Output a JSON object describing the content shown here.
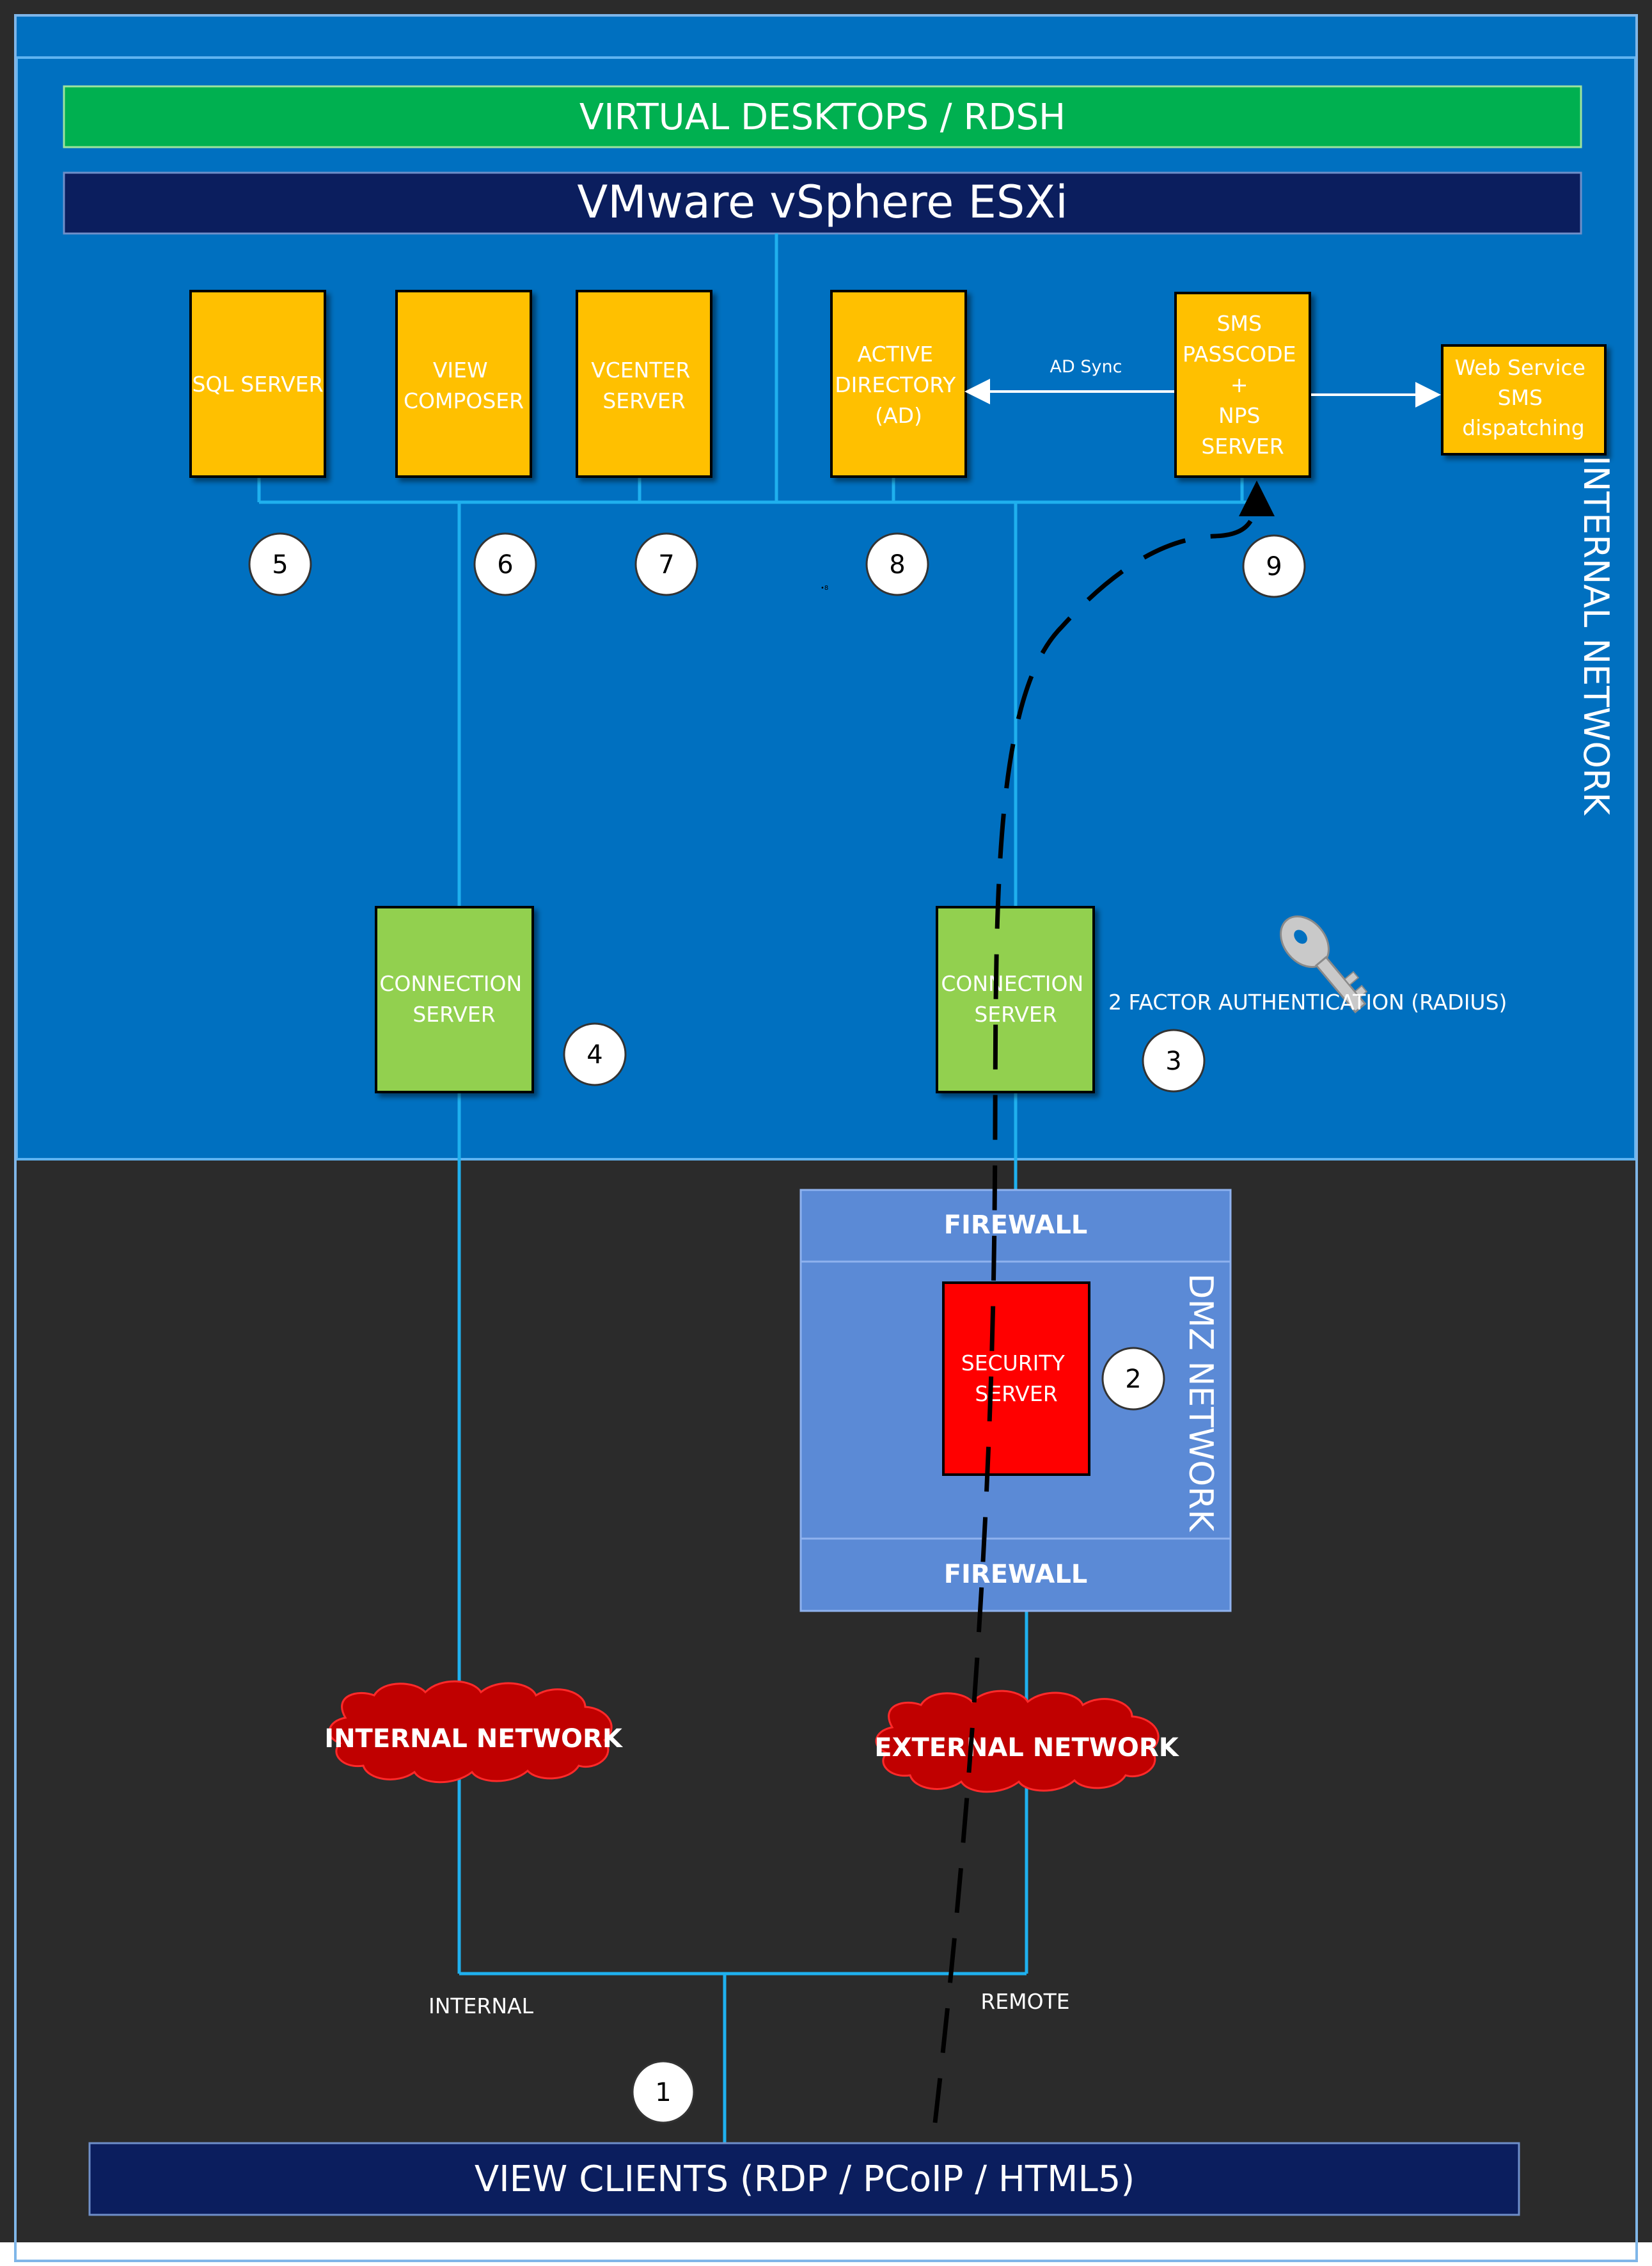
{
  "bars": {
    "desktops": "VIRTUAL DESKTOPS / RDSH",
    "esxi": "VMware vSphere ESXi",
    "clients": "VIEW CLIENTS (RDP / PCoIP / HTML5)"
  },
  "zones": {
    "internal": "INTERNAL NETWORK",
    "dmz": "DMZ NETWORK"
  },
  "servers": {
    "sql": [
      "SQL SERVER"
    ],
    "composer": [
      "VIEW",
      "COMPOSER"
    ],
    "vcenter": [
      "VCENTER",
      "SERVER"
    ],
    "ad": [
      "ACTIVE",
      "DIRECTORY",
      "(AD)"
    ],
    "sms": [
      "SMS",
      "PASSCODE",
      "+",
      "NPS",
      "SERVER"
    ],
    "web": [
      "Web Service",
      "SMS",
      "dispatching"
    ],
    "conn_internal": [
      "CONNECTION",
      "SERVER"
    ],
    "conn_external": [
      "CONNECTION",
      "SERVER"
    ],
    "security": [
      "SECURITY",
      "SERVER"
    ]
  },
  "labels": {
    "ad_sync": "AD Sync",
    "two_factor": "2 FACTOR AUTHENTICATION (RADIUS)",
    "firewall_top": "FIREWALL",
    "firewall_bottom": "FIREWALL",
    "cloud_internal": "INTERNAL NETWORK",
    "cloud_external": "EXTERNAL NETWORK",
    "internal": "INTERNAL",
    "remote": "REMOTE",
    "stray_mark": "•8"
  },
  "steps": [
    "1",
    "2",
    "3",
    "4",
    "5",
    "6",
    "7",
    "8",
    "9"
  ],
  "colors": {
    "internal_zone": "#0070c0",
    "dark_zone": "#2b2b2b",
    "desktops_bar": "#00b050",
    "navy_bar": "#0b1e5e",
    "server_box": "#ffc000",
    "connection_box": "#92d050",
    "security_box": "#ff0000",
    "dmz": "#5b8ad6",
    "cloud": "#c00000",
    "line": "#1fb0ee"
  },
  "icons": {
    "key": "key-icon"
  }
}
